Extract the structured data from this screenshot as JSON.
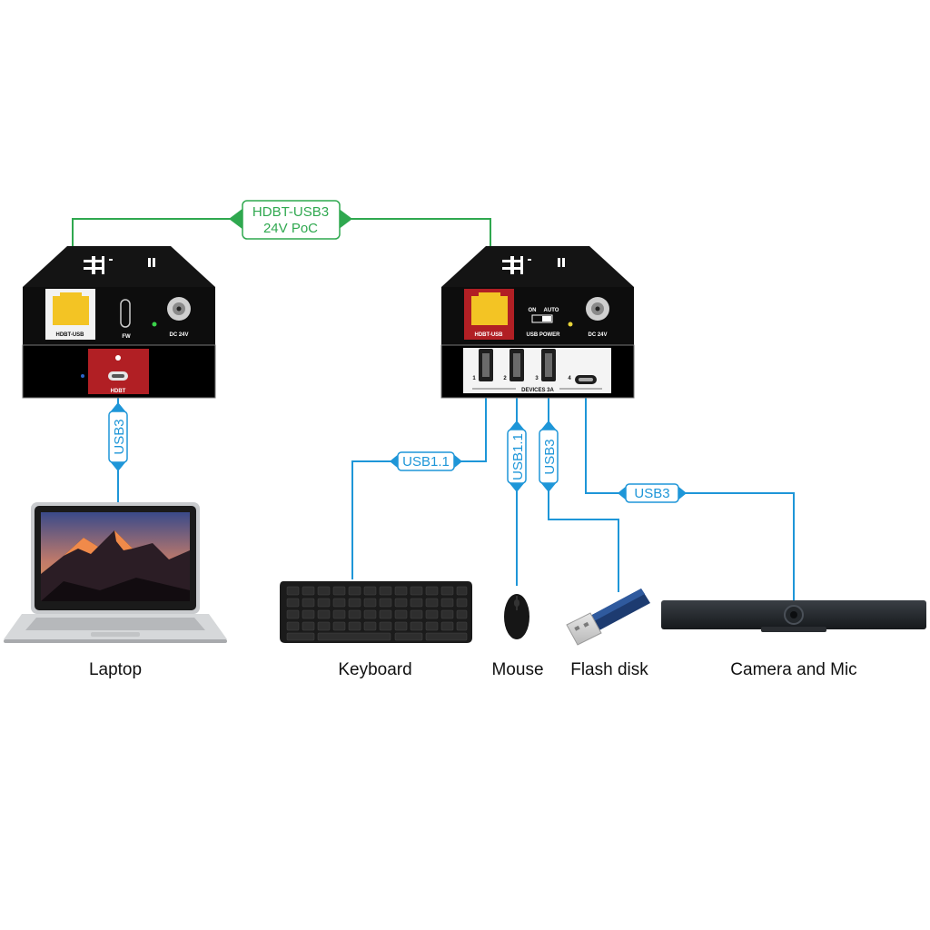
{
  "link_main": {
    "line1": "HDBT-USB3",
    "line2": "24V PoC",
    "color": "#2fa84f"
  },
  "connections": {
    "laptop_link": "USB3",
    "keyboard_link": "USB1.1",
    "mouse_link": "USB1.1",
    "flash_link": "USB3",
    "camera_link": "USB3",
    "color": "#1e96d8"
  },
  "transmitter": {
    "top_port": "HDBT-USB",
    "fw": "FW",
    "dc": "DC 24V",
    "front_port": "HDBT"
  },
  "receiver": {
    "top_port": "HDBT-USB",
    "switch_on": "ON",
    "switch_auto": "AUTO",
    "usb_power": "USB POWER",
    "dc": "DC 24V",
    "port1": "1",
    "port2": "2",
    "port3": "3",
    "port4": "4",
    "devices": "DEVICES 3A"
  },
  "captions": {
    "laptop": "Laptop",
    "keyboard": "Keyboard",
    "mouse": "Mouse",
    "flash": "Flash disk",
    "camera": "Camera and Mic"
  }
}
